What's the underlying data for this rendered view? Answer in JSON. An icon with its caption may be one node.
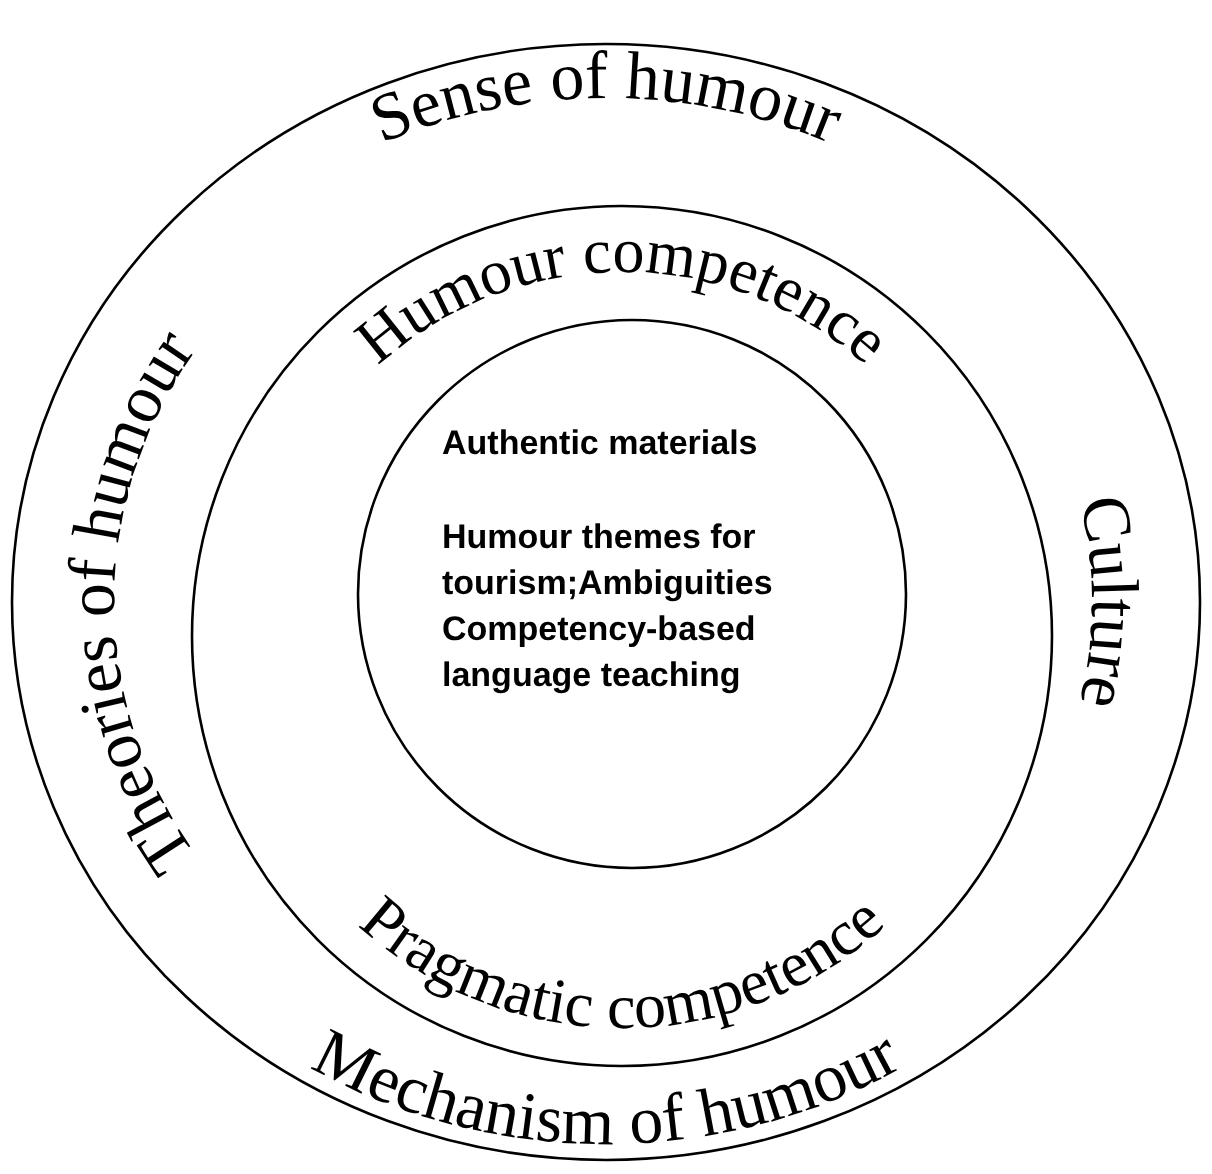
{
  "diagram": {
    "nodes": [
      {
        "text": [
          "Sense of humour",
          "Culture",
          "Mechanism of humour",
          "Theories of humour"
        ]
      },
      {
        "text": [
          "Humour competence",
          "Pragmatic competence"
        ],
        "in": 0
      },
      {
        "text": [
          "Authentic materials",
          "Humour themes for tourism;Ambiguities",
          "Competency-based language teaching"
        ],
        "in": 1
      }
    ]
  }
}
